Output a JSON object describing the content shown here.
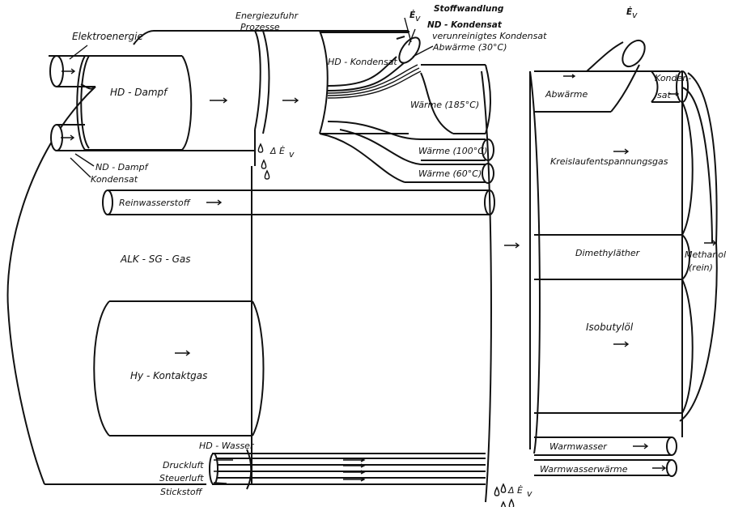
{
  "labels": {
    "elektroenergie": "Elektroenergie",
    "energiezufuhr": "Energiezufuhr",
    "prozesse": "Prozesse",
    "stoffwandlung": "Stoffwandlung",
    "ev_top1": "Ė",
    "ev_top2": "Ė",
    "nd_kondensat": "ND - Kondensat",
    "verunreinigtes_kondensat": "verunreinigtes Kondensat",
    "abwaerme_30": "Abwärme (30°C)",
    "hd_kondensat": "HD - Kondensat",
    "hd_dampf": "HD - Dampf",
    "waerme_185": "Wärme (185°C)",
    "waerme_100": "Wärme (100°C)",
    "waerme_60": "Wärme (60°C)",
    "nd_dampf": "ND - Dampf",
    "kondensat": "Kondensat",
    "reinwasserstoff": "Reinwasserstoff",
    "alk_sg_gas": "ALK - SG - Gas",
    "hy_kontaktgas": "Hy - Kontaktgas",
    "abwaerme": "Abwärme",
    "konden": "Konden-",
    "sat": "sat",
    "kreislauf": "Kreislaufentspannungsgas",
    "dimethylaether": "Dimethyläther",
    "methanol": "Methanol",
    "rein": "(rein)",
    "isobutyloel": "Isobutylöl",
    "warmwasser": "Warmwasser",
    "warmwasserwaerme": "Warmwasserwärme",
    "hd_wasser": "HD - Wasser",
    "druckluft": "Druckluft",
    "steuerluft": "Steuerluft",
    "stickstoff": "Stickstoff",
    "delta_ev_1": "Δ Ė",
    "delta_ev_2": "Δ Ė",
    "sub_v": "v"
  }
}
